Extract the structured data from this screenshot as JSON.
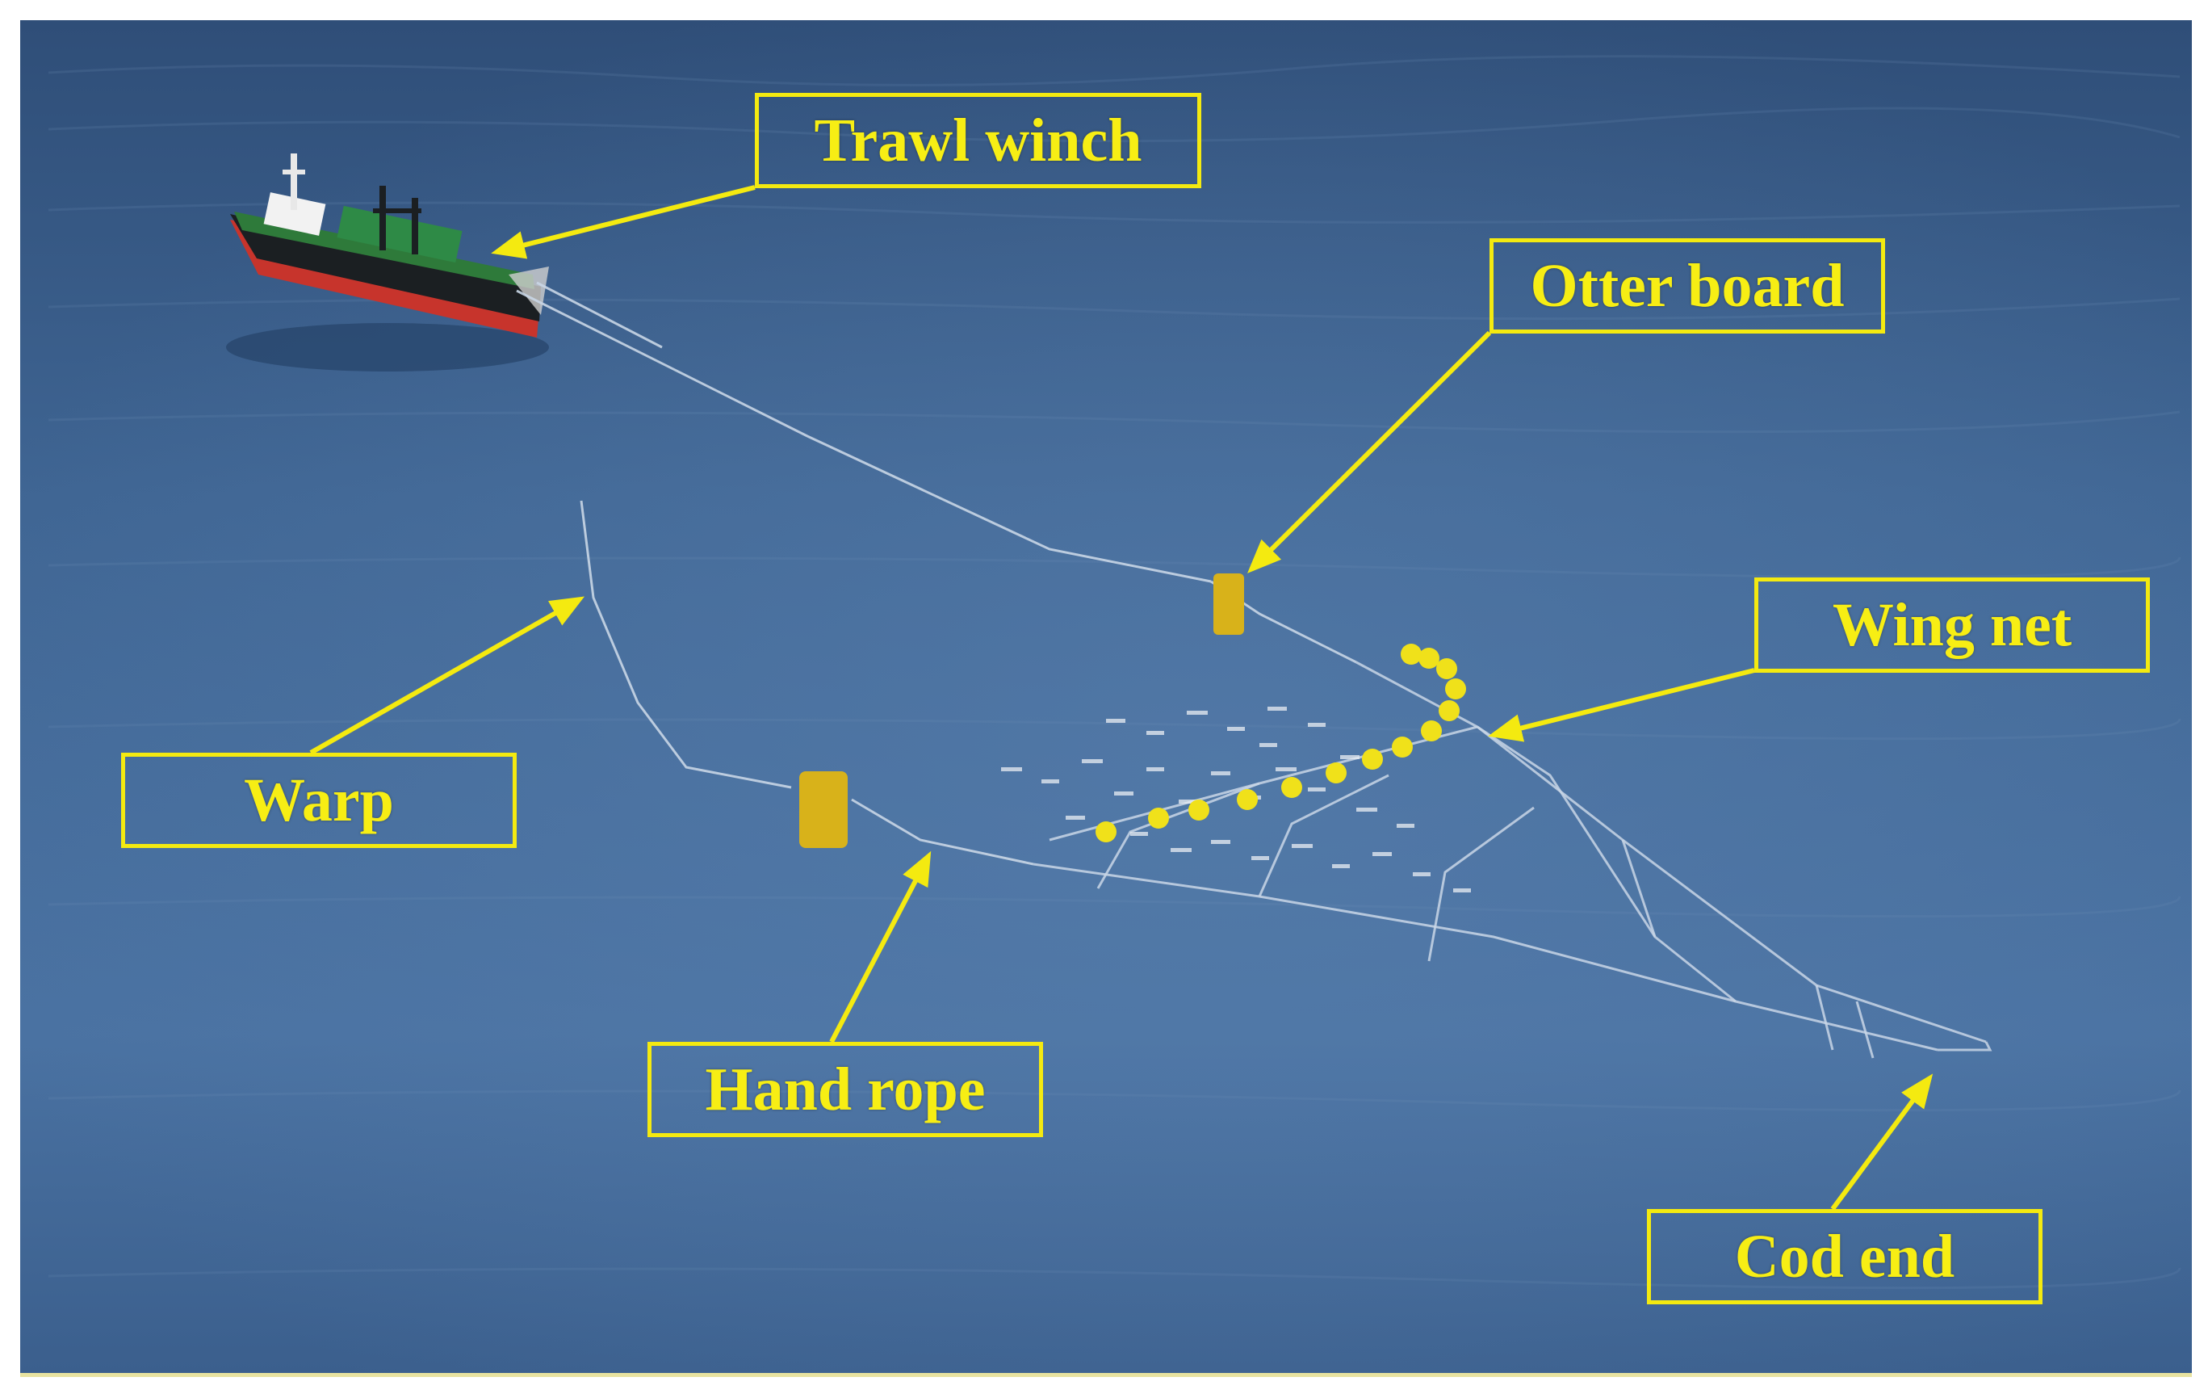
{
  "labels": {
    "trawl_winch": "Trawl winch",
    "otter_board": "Otter board",
    "wing_net": "Wing net",
    "warp": "Warp",
    "hand_rope": "Hand rope",
    "cod_end": "Cod end"
  },
  "colors": {
    "label_yellow": "#f4ea10",
    "sea_dark": "#2d4e7a",
    "sea_light": "#4c72a0",
    "net_line": "#c9d6e6",
    "otter_board": "#d8b21a",
    "float": "#f0e11a",
    "ship_hull_green": "#2e7a3a",
    "ship_keel_red": "#c7342c"
  }
}
